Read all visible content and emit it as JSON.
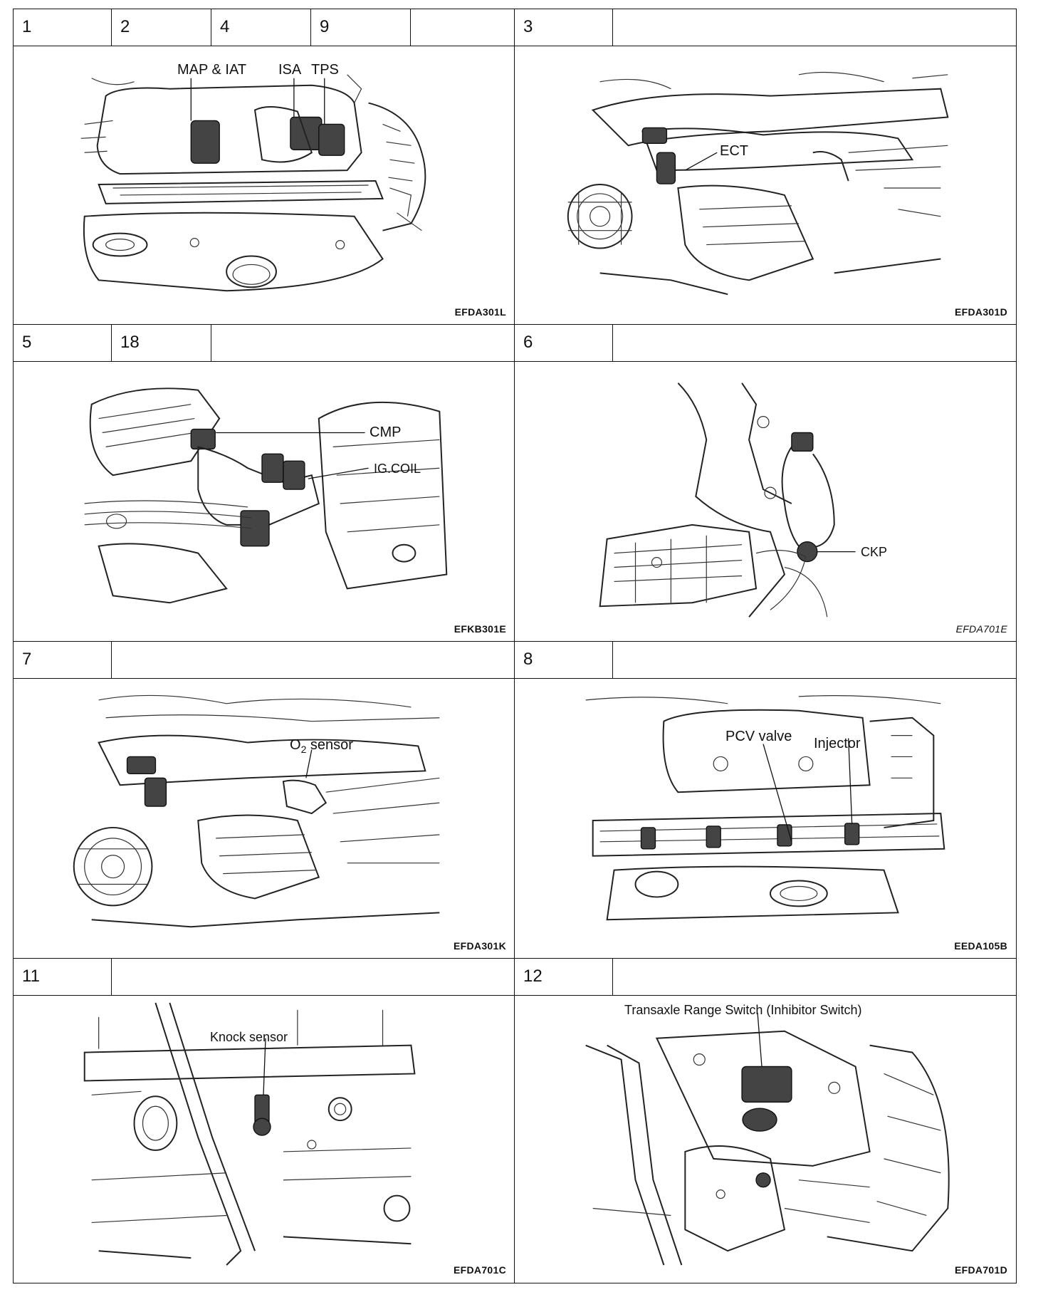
{
  "panels": [
    {
      "tabs": [
        "1",
        "2",
        "4",
        "9",
        ""
      ],
      "labels": {
        "map_iat": "MAP & IAT",
        "isa": "ISA",
        "tps": "TPS"
      },
      "code": "EFDA301L"
    },
    {
      "tabs": [
        "3",
        ""
      ],
      "labels": {
        "ect": "ECT"
      },
      "code": "EFDA301D"
    },
    {
      "tabs": [
        "5",
        "18",
        ""
      ],
      "labels": {
        "cmp": "CMP",
        "ig_coil": "IG.COIL"
      },
      "code": "EFKB301E"
    },
    {
      "tabs": [
        "6",
        ""
      ],
      "labels": {
        "ckp": "CKP"
      },
      "code": "EFDA701E"
    },
    {
      "tabs": [
        "7",
        ""
      ],
      "labels": {
        "o2_main": "O",
        "o2_sub": "2",
        "o2_rest": " sensor"
      },
      "code": "EFDA301K"
    },
    {
      "tabs": [
        "8",
        ""
      ],
      "labels": {
        "pcv": "PCV valve",
        "injector": "Injector"
      },
      "code": "EEDA105B"
    },
    {
      "tabs": [
        "11",
        ""
      ],
      "labels": {
        "knock": "Knock sensor"
      },
      "code": "EFDA701C"
    },
    {
      "tabs": [
        "12",
        ""
      ],
      "labels": {
        "trs": "Transaxle Range Switch (Inhibitor Switch)"
      },
      "code": "EFDA701D"
    }
  ]
}
